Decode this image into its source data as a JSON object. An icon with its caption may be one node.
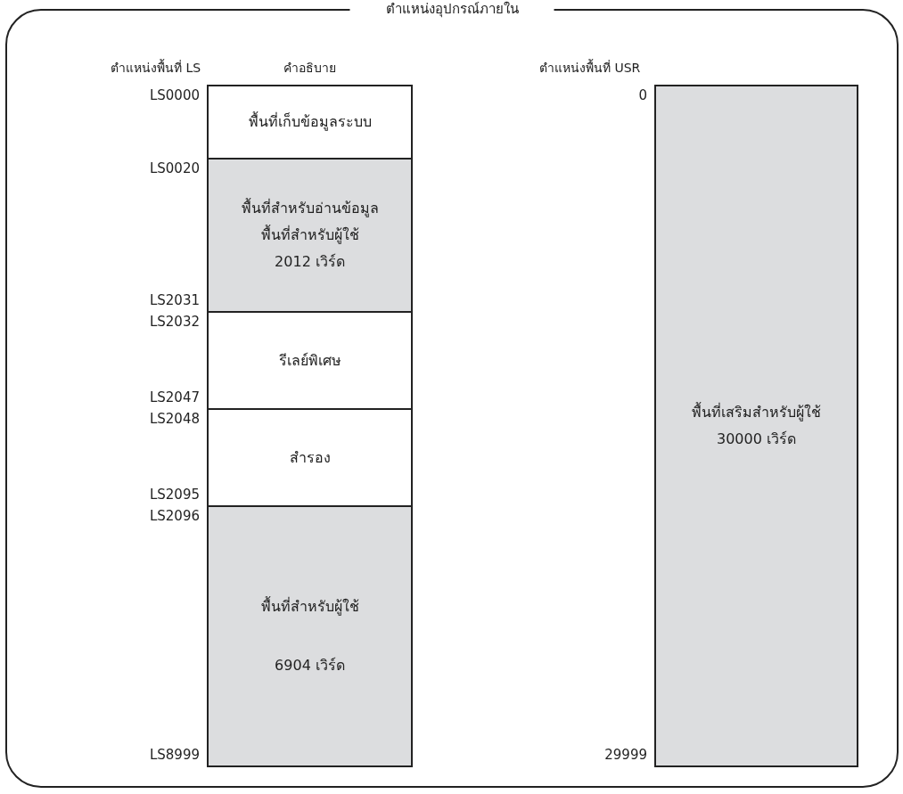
{
  "diagram": {
    "nodes": [
      {
        "text": [
          "ตำแหน่งอุปกรณ์ภายใน"
        ]
      },
      {
        "text": [
          "พื้นที่เก็บข้อมูลระบบ"
        ],
        "in": 0,
        "beside": [
          "LS0000"
        ]
      },
      {
        "text": [
          "พื้นที่สำหรับอ่านข้อมูล พื้นที่สำหรับผู้ใช้",
          "2012 เวิร์ด"
        ],
        "in": 0,
        "beside": [
          "LS0020",
          "LS2031"
        ]
      },
      {
        "text": [
          "รีเลย์พิเศษ"
        ],
        "in": 0,
        "beside": [
          "LS2032",
          "LS2047"
        ]
      },
      {
        "text": [
          "สำรอง"
        ],
        "in": 0,
        "beside": [
          "LS2048",
          "LS2095"
        ]
      },
      {
        "text": [
          "พื้นที่สำหรับผู้ใช้",
          "6904 เวิร์ด"
        ],
        "in": 0,
        "beside": [
          "LS2096",
          "LS8999"
        ]
      },
      {
        "text": [
          "พื้นที่เสริมสำหรับผู้ใช้",
          "30000 เวิร์ด"
        ],
        "in": 0,
        "beside": [
          "0",
          "29999"
        ]
      }
    ],
    "edges": [],
    "labels": [
      "ตำแหน่งพื้นที่ LS",
      "คำอธิบาย",
      "ตำแหน่งพื้นที่ USR"
    ]
  }
}
